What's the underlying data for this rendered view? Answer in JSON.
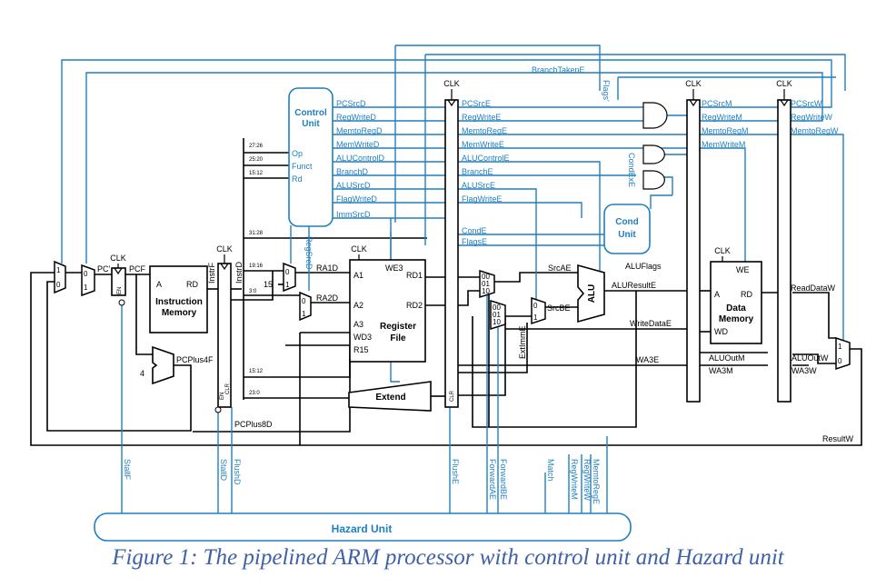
{
  "caption": "Figure 1: The pipelined ARM processor with control unit and Hazard unit",
  "colors": {
    "wire": "#000000",
    "control": "#1f7fc0",
    "unit_fill": "#ffffff",
    "caption": "#3f62a6"
  },
  "blocks": {
    "control_unit": [
      "Control",
      "Unit"
    ],
    "cond_unit": [
      "Cond",
      "Unit"
    ],
    "hazard_unit": "Hazard Unit",
    "instruction_memory": [
      "Instruction",
      "Memory"
    ],
    "register_file": [
      "Register",
      "File"
    ],
    "data_memory": [
      "Data",
      "Memory"
    ],
    "extend": "Extend",
    "alu": "ALU"
  },
  "clk": "CLK",
  "ports": {
    "imem_a": "A",
    "imem_rd": "RD",
    "rf_we3": "WE3",
    "rf_a1": "A1",
    "rf_a2": "A2",
    "rf_a3": "A3",
    "rf_wd3": "WD3",
    "rf_r15": "R15",
    "rf_rd1": "RD1",
    "rf_rd2": "RD2",
    "dm_we": "WE",
    "dm_a": "A",
    "dm_rd": "RD",
    "dm_wd": "WD",
    "cu_op": "Op",
    "cu_funct": "Funct",
    "cu_rd": "Rd",
    "en": "EN",
    "clr": "CLR"
  },
  "decode_signals": [
    "PCSrcD",
    "RegWriteD",
    "MemtoRegD",
    "MemWriteD",
    "ALUControlD",
    "BranchD",
    "ALUSrcD",
    "FlagWriteD",
    "ImmSrcD"
  ],
  "execute_signals": [
    "PCSrcE",
    "RegWriteE",
    "MemtoRegE",
    "MemWriteE",
    "ALUControlE",
    "BranchE",
    "ALUSrcE",
    "FlagWriteE",
    "CondE",
    "FlagsE"
  ],
  "memory_signals": [
    "PCSrcM",
    "RegWriteM",
    "MemtoRegM",
    "MemWriteM"
  ],
  "writeback_signals": [
    "PCSrcW",
    "RegWriteW",
    "MemtoRegW"
  ],
  "instr_fields": [
    "27:26",
    "25:20",
    "15:12",
    "31:28",
    "19:16",
    "3:0",
    "15:12",
    "23:0"
  ],
  "wire_labels": {
    "pc_prime": "PC'",
    "pcf": "PCF",
    "instrf": "InstrF",
    "instrd": "InstrD",
    "pcplus4f": "PCPlus4F",
    "pcplus8d": "PCPlus8D",
    "ra1d": "RA1D",
    "ra2d": "RA2D",
    "srcae": "SrcAE",
    "srcbe": "SrcBE",
    "aluflags": "ALUFlags",
    "aluresulte": "ALUResultE",
    "writedatae": "WriteDataE",
    "extimme": "ExtImmE",
    "wa3e": "WA3E",
    "wa3m": "WA3M",
    "wa3w": "WA3W",
    "aluoutm": "ALUOutM",
    "aluoutw": "ALUOutW",
    "readdataw": "ReadDataW",
    "resultw": "ResultW",
    "branchtakene": "BranchTakenE",
    "flags_prime": "Flags'",
    "condexe": "CondExE",
    "regsrcd": "RegSrcD",
    "four": "4",
    "fifteen": "15"
  },
  "hazard_signals": [
    "StallF",
    "StallD",
    "FlushD",
    "FlushE",
    "ForwardAE",
    "ForwardBE",
    "Match",
    "RegWriteM",
    "RegWriteW",
    "MemtoRegE"
  ],
  "mux_inputs": {
    "zero": "0",
    "one": "1",
    "f00": "00",
    "f01": "01",
    "f10": "10"
  }
}
